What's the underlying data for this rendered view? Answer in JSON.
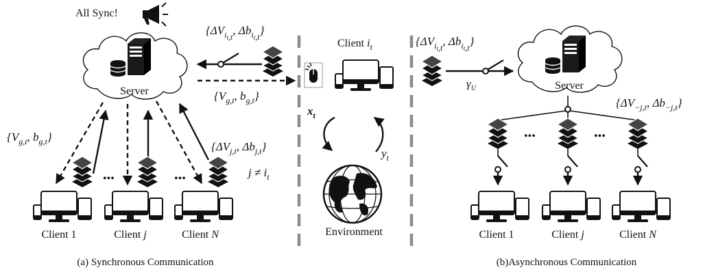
{
  "sync": {
    "announce": "All Sync!",
    "server_label": "Server",
    "clients": [
      {
        "label": "Client 1",
        "italic_suffix": ""
      },
      {
        "label": "Client ",
        "italic_suffix": "j"
      },
      {
        "label": "Client ",
        "italic_suffix": "N"
      }
    ],
    "ellipsis": "•••",
    "upload_math": "{ΔV_{i_t,t}, Δb_{i_t,t}}",
    "broadcast_math": "{V_{g,t}, b_{g,t}}",
    "client_update_math": "{ΔV_{j,t}, Δb_{j,t}}",
    "condition_math": "j ≠ i_t",
    "caption": "(a) Synchronous Communication"
  },
  "center": {
    "client_prefix": "Client ",
    "client_index": "i",
    "client_sub": "t",
    "x_label": "x",
    "x_sub": "t",
    "y_label": "y",
    "y_sub": "t",
    "environment_label": "Environment"
  },
  "async": {
    "upload_math": "{ΔV_{i_t,t}, Δb_{i_t,t}}",
    "switch_label": "γ",
    "switch_sub": "U",
    "server_label": "Server",
    "broadcast_math": "{ΔV_{-j,t}, Δb_{-j,t}}",
    "clients": [
      {
        "label": "Client 1",
        "italic_suffix": ""
      },
      {
        "label": "Client ",
        "italic_suffix": "j"
      },
      {
        "label": "Client ",
        "italic_suffix": "N"
      }
    ],
    "ellipsis": "•••",
    "caption": "(b)Asynchronous Communication"
  }
}
